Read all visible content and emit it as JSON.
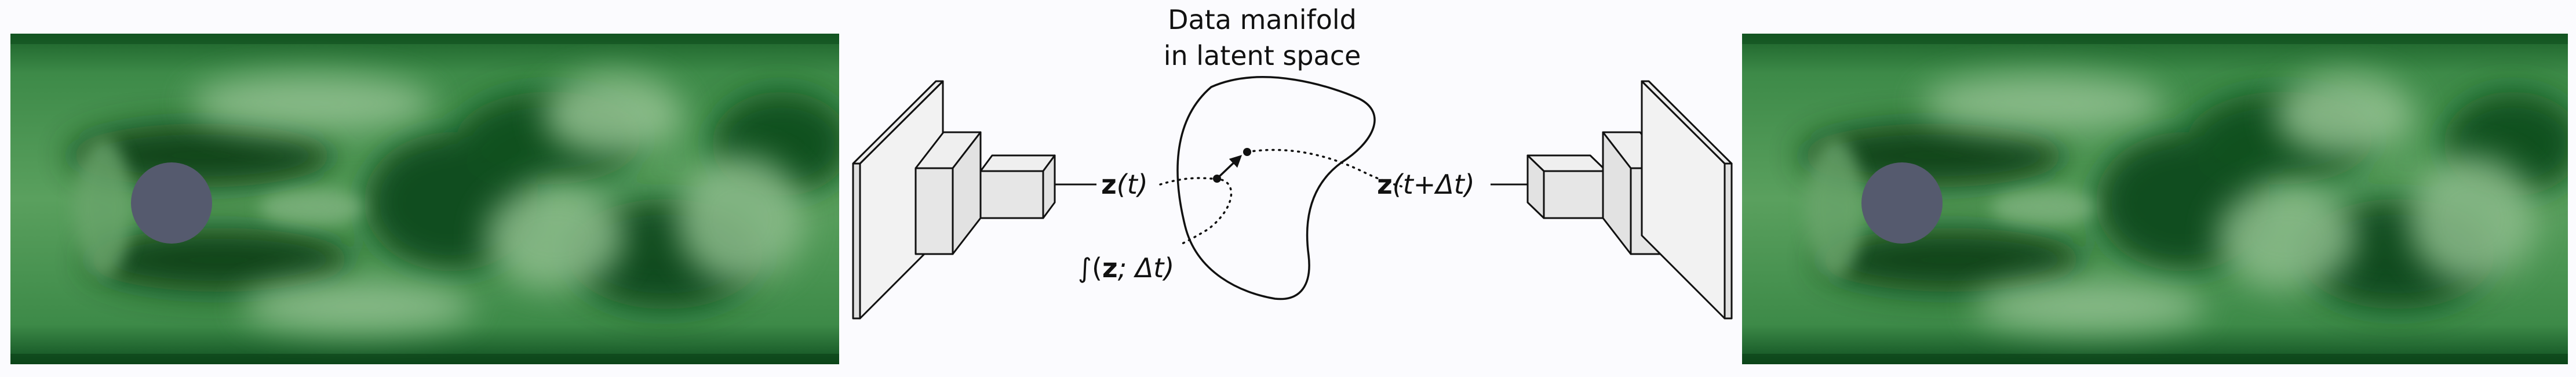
{
  "manifold_title": {
    "line1": "Data manifold",
    "line2": "in latent space"
  },
  "labels": {
    "z_t_bold": "z",
    "z_t_rest": "(t)",
    "z_next_bold": "z",
    "z_next_rest": "(t+Δt)",
    "integral_prefix": "∫(",
    "integral_bold": "z",
    "integral_rest": "; Δt)"
  },
  "colors": {
    "background": "#fbfbfe",
    "flow_dark": "#0c4a1c",
    "flow_mid": "#2f7d3e",
    "flow_light": "#8ab98a",
    "cylinder": "#555a6e",
    "block_face": "#e6e6e6",
    "outline": "#111111"
  }
}
